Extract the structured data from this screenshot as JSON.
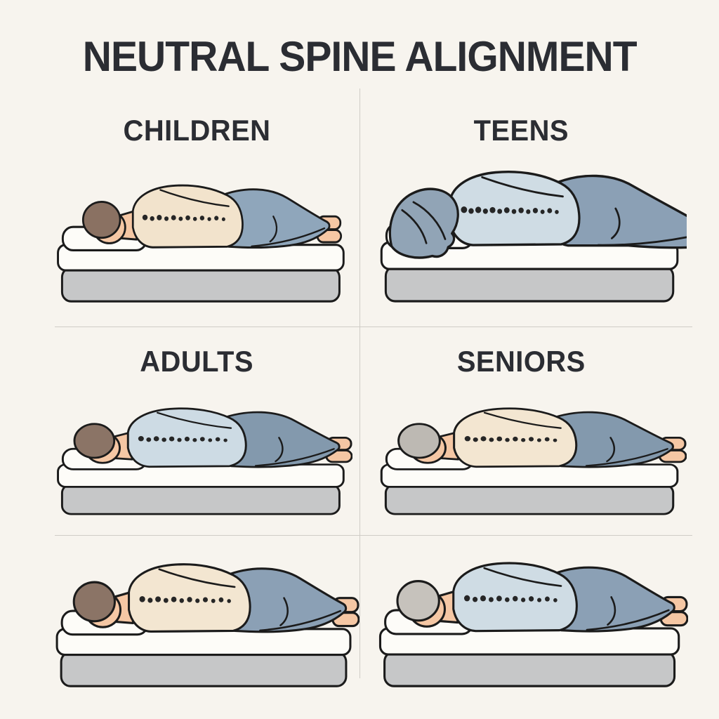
{
  "title": "NEUTRAL SPINE ALIGNMENT",
  "colors": {
    "background": "#f7f4ee",
    "title_text": "#2b2d33",
    "label_text": "#2b2d33",
    "divider": "#cfccc6",
    "outline": "#1b1b1b",
    "skin": "#f5c7a4",
    "mattress_top": "#fdfcf8",
    "mattress_base": "#c6c7c8",
    "pillow": "#fdfcf8",
    "spine_dots": "#262626"
  },
  "panels": [
    {
      "label": "CHILDREN",
      "build": "child",
      "hair_style": "short",
      "hair_color": "#8a7162",
      "shirt_color": "#f2e3cc",
      "pants_color": "#8fa6bb",
      "spine_dot_count": 12
    },
    {
      "label": "TEENS",
      "build": "teen",
      "hair_style": "long",
      "hair_color": "#91a4b6",
      "shirt_color": "#cfdce4",
      "pants_color": "#8ba0b5",
      "spine_dot_count": 14
    },
    {
      "label": "ADULTS",
      "build": "adult",
      "hair_style": "short",
      "hair_color": "#8b7466",
      "shirt_color": "#cddbe4",
      "pants_color": "#8399ad",
      "spine_dot_count": 12
    },
    {
      "label": "SENIORS",
      "build": "senior",
      "hair_style": "short",
      "hair_color": "#bdb9b3",
      "shirt_color": "#f3e6d1",
      "pants_color": "#8399ad",
      "spine_dot_count": 12
    },
    {
      "label": "",
      "build": "adult",
      "hair_style": "short",
      "hair_color": "#8b7466",
      "shirt_color": "#f3e6d1",
      "pants_color": "#8ba0b5",
      "spine_dot_count": 12
    },
    {
      "label": "",
      "build": "senior",
      "hair_style": "short",
      "hair_color": "#c6c2bc",
      "shirt_color": "#cfdce4",
      "pants_color": "#8ba0b5",
      "spine_dot_count": 12
    }
  ]
}
